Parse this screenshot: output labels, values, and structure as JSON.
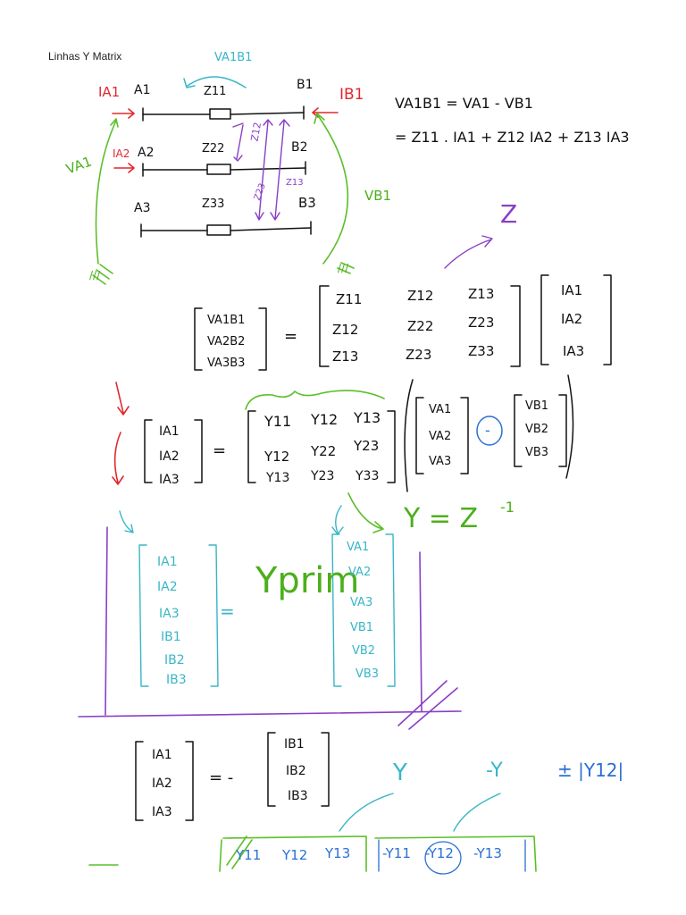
{
  "title": "Linhas Y Matrix",
  "diagram": {
    "va1b1": "VA1B1",
    "ia1": "IA1",
    "ib1": "IB1",
    "ia2": "IA2",
    "va1": "VA1",
    "vb1": "VB1",
    "a1": "A1",
    "a2": "A2",
    "a3": "A3",
    "b1": "B1",
    "b2": "B2",
    "b3": "B3",
    "z11": "Z11",
    "z22": "Z22",
    "z33": "Z33",
    "z12": "Z12",
    "z13": "Z13",
    "z23": "Z23",
    "ground_left": "///",
    "ground_right": "///"
  },
  "equations": {
    "eq1": "VA1B1 = VA1 - VB1",
    "eq2": "= Z11 . IA1 + Z12 IA2 + Z13 IA3",
    "z_label": "Z",
    "y_def": "Y = Z",
    "y_def_exp": "-1"
  },
  "matrix1": {
    "lhs": [
      "VA1B1",
      "VA2B2",
      "VA3B3"
    ],
    "z": [
      [
        "Z11",
        "Z12",
        "Z13"
      ],
      [
        "Z12",
        "Z22",
        "Z23"
      ],
      [
        "Z13",
        "Z23",
        "Z33"
      ]
    ],
    "rhs": [
      "IA1",
      "IA2",
      "IA3"
    ],
    "equals": "="
  },
  "matrix2": {
    "lhs": [
      "IA1",
      "IA2",
      "IA3"
    ],
    "y": [
      [
        "Y11",
        "Y12",
        "Y13"
      ],
      [
        "Y12",
        "Y22",
        "Y23"
      ],
      [
        "Y13",
        "Y23",
        "Y33"
      ]
    ],
    "va": [
      "VA1",
      "VA2",
      "VA3"
    ],
    "vb": [
      "VB1",
      "VB2",
      "VB3"
    ],
    "minus": "-",
    "equals": "="
  },
  "matrix3": {
    "lhs": [
      "IA1",
      "IA2",
      "IA3",
      "IB1",
      "IB2",
      "IB3"
    ],
    "rhs": [
      "VA1",
      "VA2",
      "VA3",
      "VB1",
      "VB2",
      "VB3"
    ],
    "equals": "=",
    "yprim": "Yprim"
  },
  "matrix4": {
    "lhs": [
      "IA1",
      "IA2",
      "IA3"
    ],
    "rhs": [
      "IB1",
      "IB2",
      "IB3"
    ],
    "equals": "= -"
  },
  "bottom": {
    "y_bar": "Y",
    "neg_y": "-Y",
    "pm_y12": "± |Y12|",
    "row_left": [
      "Y11",
      "Y12",
      "Y13"
    ],
    "row_right": [
      "-Y11",
      "-Y12",
      "-Y13"
    ]
  }
}
